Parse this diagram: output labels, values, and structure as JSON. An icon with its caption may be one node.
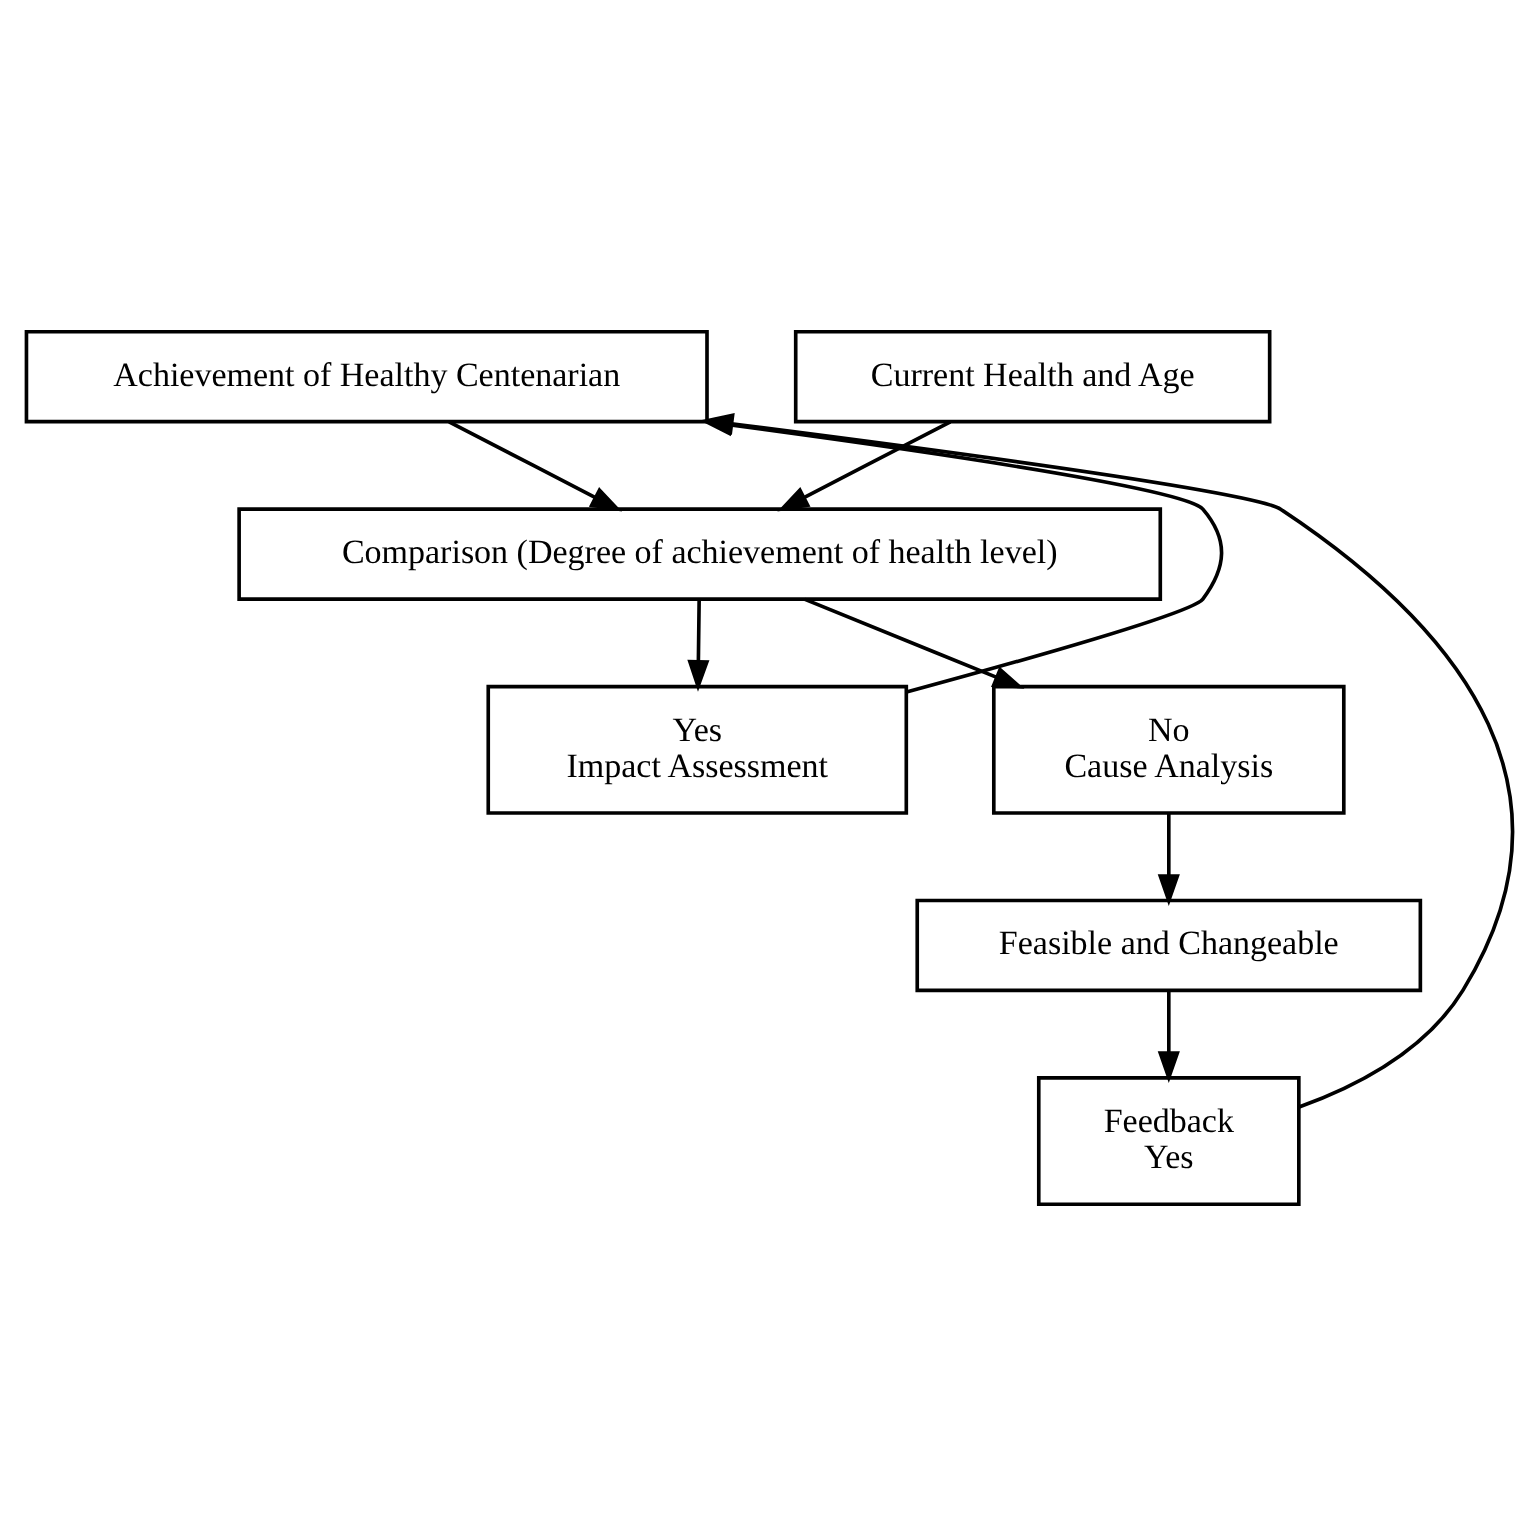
{
  "diagram": {
    "nodes": [
      {
        "text": [
          "Achievement of Healthy Centenarian"
        ]
      },
      {
        "text": [
          "Current Health and Age"
        ]
      },
      {
        "text": [
          "Comparison (Degree of achievement of health level)"
        ]
      },
      {
        "text": [
          "Yes",
          "Impact Assessment"
        ]
      },
      {
        "text": [
          "No",
          "Cause Analysis"
        ]
      },
      {
        "text": [
          "Feasible and Changeable"
        ]
      },
      {
        "text": [
          "Feedback",
          "Yes"
        ]
      }
    ],
    "edges": [
      {
        "from": 0,
        "to": 2,
        "arrow": "to"
      },
      {
        "from": 1,
        "to": 2,
        "arrow": "to"
      },
      {
        "from": 2,
        "to": 3,
        "arrow": "to"
      },
      {
        "from": 2,
        "to": 4,
        "arrow": "to"
      },
      {
        "from": 4,
        "to": 5,
        "arrow": "to"
      },
      {
        "from": 5,
        "to": 6,
        "arrow": "to"
      },
      {
        "from": 6,
        "to": 0,
        "arrow": "to"
      },
      {
        "from": 3,
        "to": 0,
        "arrow": "to"
      }
    ]
  }
}
